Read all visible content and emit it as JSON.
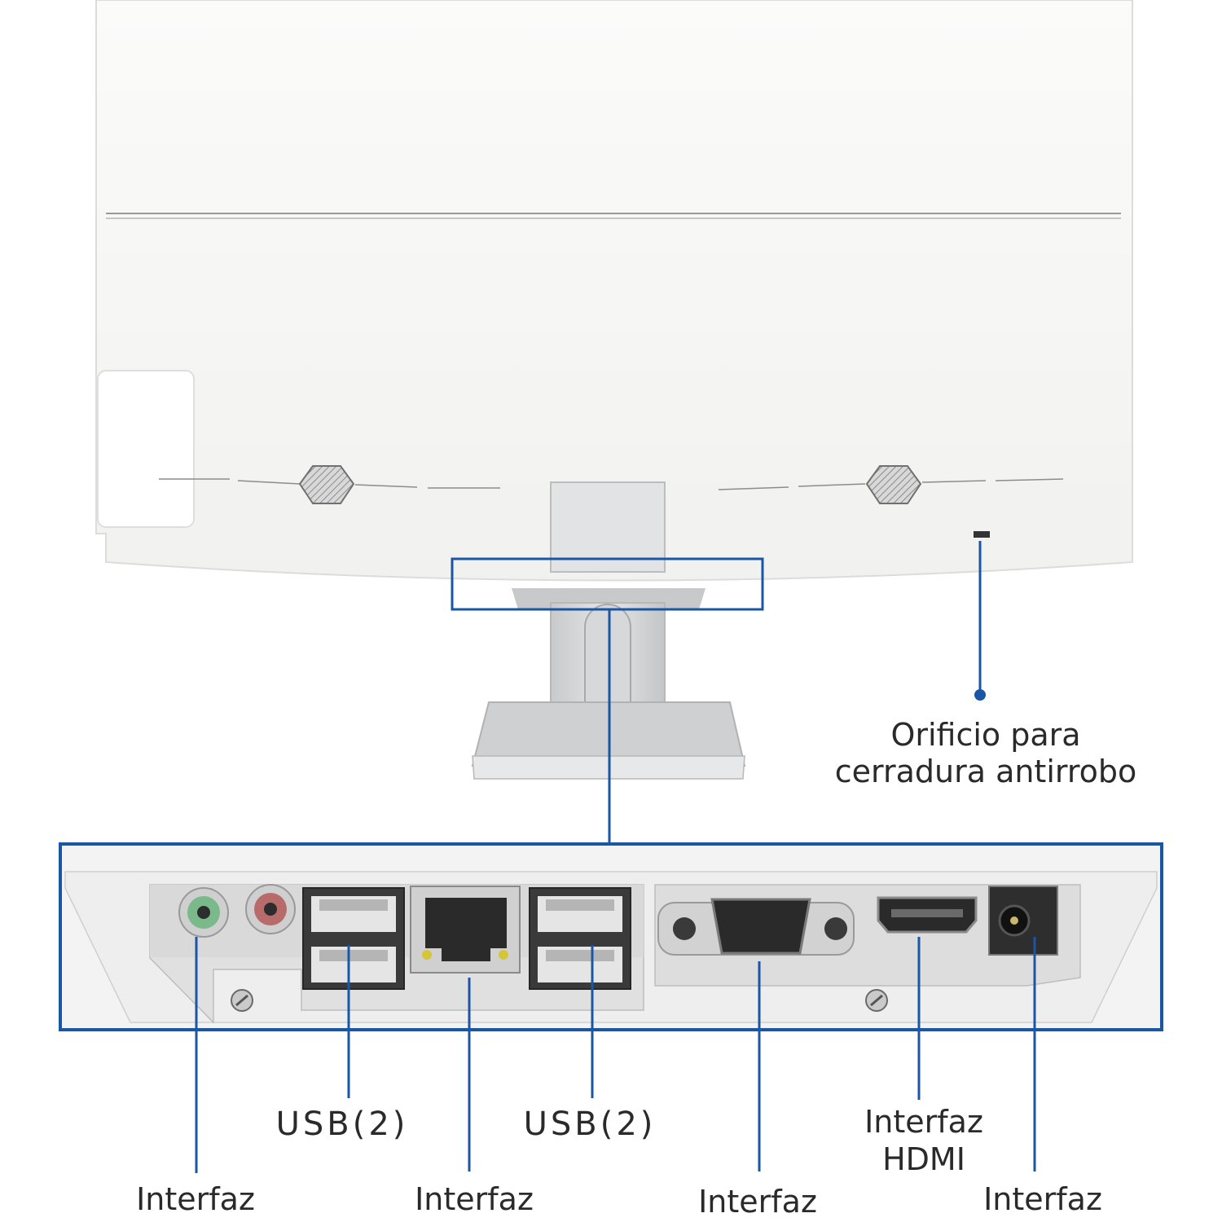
{
  "colors": {
    "accent": "#1a56a6",
    "monitor_body": "#f7f7f5",
    "stand": "#d9dadc",
    "label_text": "#2a2a2a"
  },
  "callouts": {
    "lock_hole": [
      "Orificio para",
      "cerradura antirrobo"
    ],
    "usb_left": "USB(2)",
    "usb_right": "USB(2)",
    "hdmi": [
      "Interfaz",
      "HDMI"
    ],
    "audio": "Interfaz",
    "network": "Interfaz",
    "vga": "Interfaz",
    "power": "Interfaz"
  },
  "icons": [
    "air-vent-icon",
    "audio-jack-icon",
    "usb-port-icon",
    "ethernet-port-icon",
    "vga-port-icon",
    "hdmi-port-icon",
    "dc-power-port-icon",
    "screw-icon"
  ]
}
